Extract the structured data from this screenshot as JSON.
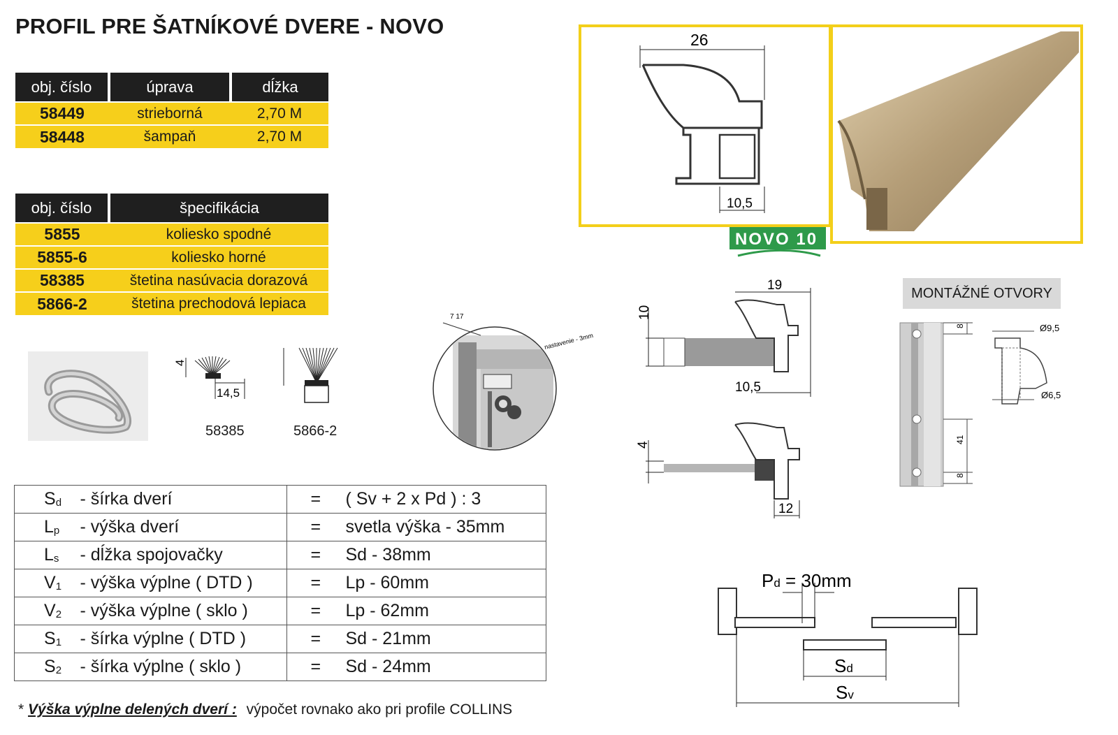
{
  "title": "PROFIL PRE ŠATNÍKOVÉ DVERE - NOVO",
  "products_table": {
    "headers": [
      "obj. číslo",
      "úprava",
      "dĺžka"
    ],
    "rows": [
      {
        "code": "58449",
        "finish": "strieborná",
        "length": "2,70 M"
      },
      {
        "code": "58448",
        "finish": "šampaň",
        "length": "2,70 M"
      }
    ]
  },
  "accessories_table": {
    "headers": [
      "obj. číslo",
      "špecifikácia"
    ],
    "rows": [
      {
        "code": "5855",
        "spec": "koliesko spodné"
      },
      {
        "code": "5855-6",
        "spec": "koliesko horné"
      },
      {
        "code": "58385",
        "spec": "štetina nasúvacia dorazová"
      },
      {
        "code": "5866-2",
        "spec": "štetina prechodová lepiaca"
      }
    ]
  },
  "brush_labels": {
    "a": "58385",
    "b": "5866-2",
    "dim_h": "4",
    "dim_w": "14,5"
  },
  "profile_drawing": {
    "width": "26",
    "base": "10,5"
  },
  "logo": {
    "text": "NOVO 10"
  },
  "section_1": {
    "top": "19",
    "left": "10",
    "bottom": "10,5"
  },
  "section_2": {
    "left": "4",
    "bottom": "12"
  },
  "wheel_detail": {
    "dims": "7   17",
    "note": "nastavenie - 3mm"
  },
  "holes": {
    "title": "MONTÁŽNÉ OTVORY",
    "d1": "Ø9,5",
    "d2": "Ø6,5",
    "m1": "8",
    "m2": "41",
    "m3": "8"
  },
  "formulas": [
    {
      "sym": "S",
      "sub": "d",
      "name": "- šírka dverí",
      "eq": "=",
      "val": "( Sv + 2 x Pd ) : 3"
    },
    {
      "sym": "L",
      "sub": "p",
      "name": "- výška dverí",
      "eq": "=",
      "val": "svetla výška - 35mm"
    },
    {
      "sym": "L",
      "sub": "s",
      "name": "- dĺžka spojovačky",
      "eq": "=",
      "val": "Sd - 38mm"
    },
    {
      "sym": "V",
      "sub": "1",
      "name": "- výška výplne ( DTD )",
      "eq": "=",
      "val": "Lp - 60mm"
    },
    {
      "sym": "V",
      "sub": "2",
      "name": "- výška výplne ( sklo )",
      "eq": "=",
      "val": "Lp - 62mm"
    },
    {
      "sym": "S",
      "sub": "1",
      "name": "- šírka výplne ( DTD )",
      "eq": "=",
      "val": "Sd - 21mm"
    },
    {
      "sym": "S",
      "sub": "2",
      "name": "- šírka výplne ( sklo )",
      "eq": "=",
      "val": "Sd - 24mm"
    }
  ],
  "door_diagram": {
    "pd": "P",
    "pd_sub": "d",
    "pd_val": " = 30mm",
    "sd": "S",
    "sd_sub": "d",
    "sv": "S",
    "sv_sub": "v"
  },
  "footnote": {
    "label": "Výška výplne delených dverí :",
    "text": "výpočet rovnako ako pri profile COLLINS"
  },
  "colors": {
    "accent_yellow": "#f6cf1b",
    "header_black": "#1f1f1f",
    "frame_yellow": "#f3cf1a",
    "logo_green": "#2e9a4a"
  }
}
